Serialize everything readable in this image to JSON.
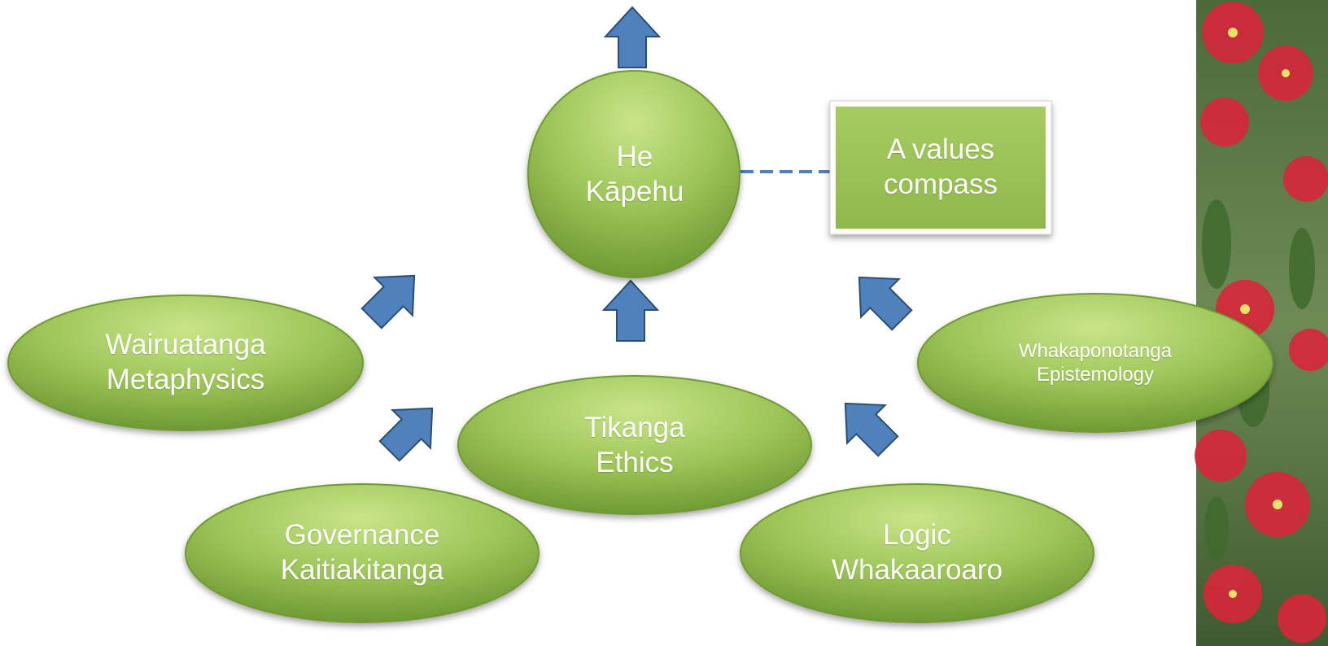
{
  "nodes": {
    "center": {
      "line1": "He",
      "line2": "Kāpehu"
    },
    "compass_box": {
      "line1": "A values",
      "line2": "compass"
    },
    "wairuatanga": {
      "line1": "Wairuatanga",
      "line2": "Metaphysics"
    },
    "tikanga": {
      "line1": "Tikanga",
      "line2": "Ethics"
    },
    "whakaponotanga": {
      "line1": "Whakaponotanga",
      "line2": "Epistemology"
    },
    "governance": {
      "line1": "Governance",
      "line2": "Kaitiakitanga"
    },
    "logic": {
      "line1": "Logic",
      "line2": "Whakaaroaro"
    }
  },
  "colors": {
    "node_fill_light": "#b5d86a",
    "node_fill_dark": "#79a63c",
    "node_stroke": "#5f8a27",
    "box_fill": "#9cc457",
    "arrow_fill": "#4f81bd",
    "arrow_stroke": "#2c4d75",
    "connector": "#4f81bd"
  },
  "decorations": {
    "side_photo": "pohutukawa-flowers-photo"
  }
}
